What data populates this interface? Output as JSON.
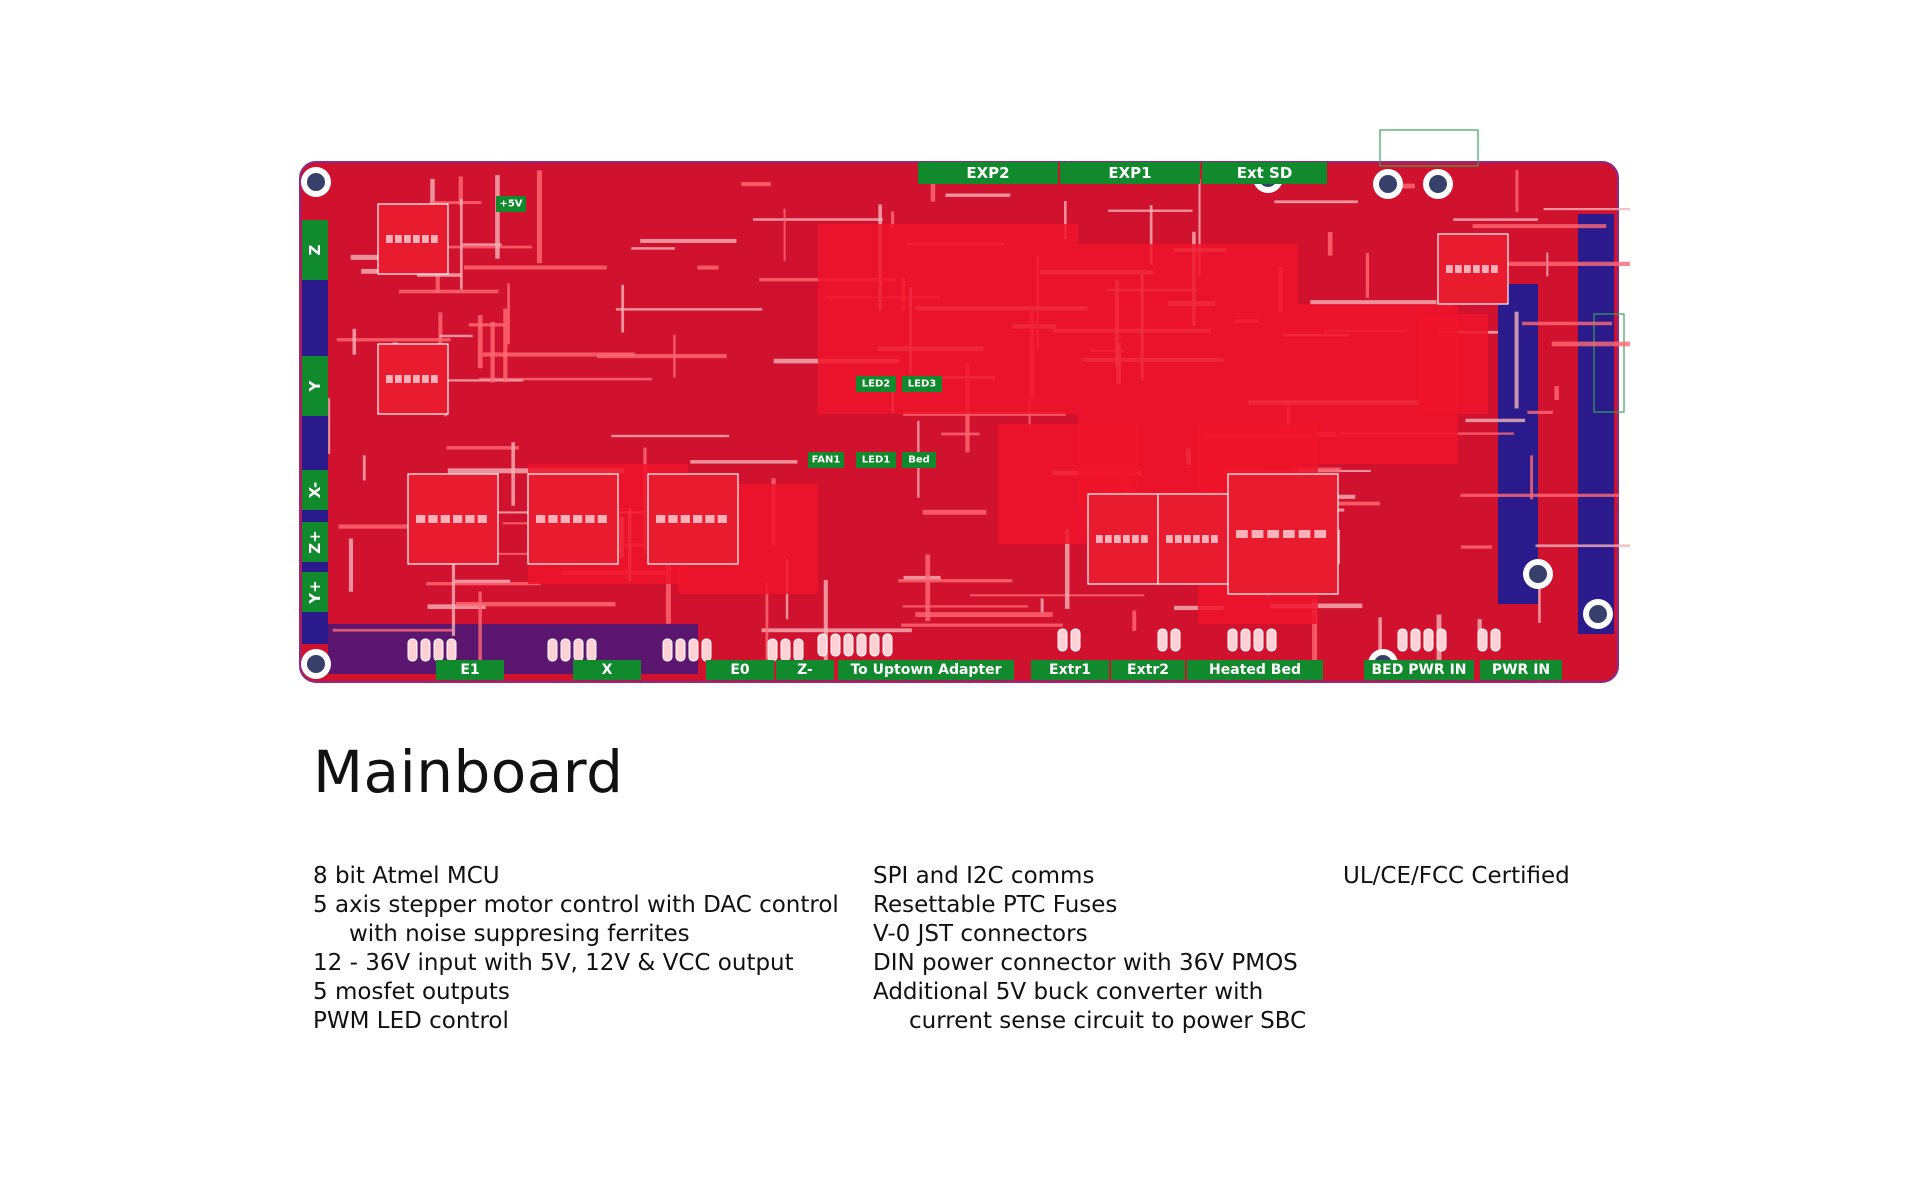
{
  "title": "Mainboard",
  "features": {
    "col1": [
      {
        "text": "8 bit Atmel MCU",
        "indent": false
      },
      {
        "text": "5 axis stepper motor control with DAC control",
        "indent": false
      },
      {
        "text": "with noise suppresing ferrites",
        "indent": true
      },
      {
        "text": "12 - 36V input with 5V, 12V & VCC output",
        "indent": false
      },
      {
        "text": "5 mosfet outputs",
        "indent": false
      },
      {
        "text": "PWM LED control",
        "indent": false
      }
    ],
    "col2": [
      {
        "text": "SPI and I2C comms",
        "indent": false
      },
      {
        "text": "Resettable PTC Fuses",
        "indent": false
      },
      {
        "text": "V-0 JST connectors",
        "indent": false
      },
      {
        "text": "DIN power connector with 36V PMOS",
        "indent": false
      },
      {
        "text": "Additional 5V buck converter with",
        "indent": false
      },
      {
        "text": "current sense circuit to power SBC",
        "indent": true
      }
    ],
    "col3": [
      {
        "text": "UL/CE/FCC Certified",
        "indent": false
      }
    ]
  },
  "board": {
    "top_labels": [
      "EXP2",
      "EXP1",
      "Ext SD"
    ],
    "left_labels": [
      "Z",
      "Y",
      "X-",
      "Z+",
      "Y+"
    ],
    "bottom_labels": [
      "E1",
      "X",
      "E0",
      "Z-",
      "To Uptown Adapter",
      "Extr1",
      "Extr2",
      "Heated Bed",
      "BED PWR IN",
      "PWR IN"
    ],
    "small_labels": [
      "+5V",
      "LED2",
      "LED3",
      "FAN1",
      "LED1",
      "Bed"
    ],
    "colors": {
      "copper_top": "#d0122e",
      "copper_bright": "#f0142a",
      "substrate": "#2a1a8c",
      "silk": "#ffffff",
      "label_bg": "#118a2e",
      "outline": "#8a2a8a"
    }
  }
}
